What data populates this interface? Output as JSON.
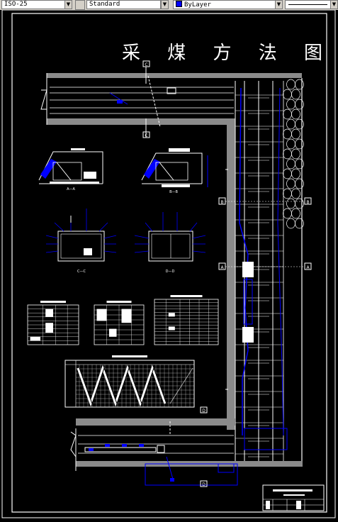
{
  "toolbar": {
    "dimstyle_value": "ISO-25",
    "textstyle_value": "Standard",
    "layer_value": "ByLayer"
  },
  "drawing": {
    "title": "采 煤 方 法 图",
    "section_labels": {
      "c_top": "C",
      "c_mid": "C",
      "b_left": "B",
      "b_right": "B",
      "a_left": "A",
      "a_right": "A",
      "d_mid": "D",
      "d_bottom": "D"
    },
    "caption_labels": {
      "view_a": "A—A",
      "view_b": "B—B",
      "view_c": "C—C",
      "view_d": "D—D"
    }
  },
  "colors": {
    "background": "#000000",
    "lines": "#ffffff",
    "accent": "#0000ff",
    "roadway": "#808080",
    "toolbar": "#d4d0c8"
  }
}
